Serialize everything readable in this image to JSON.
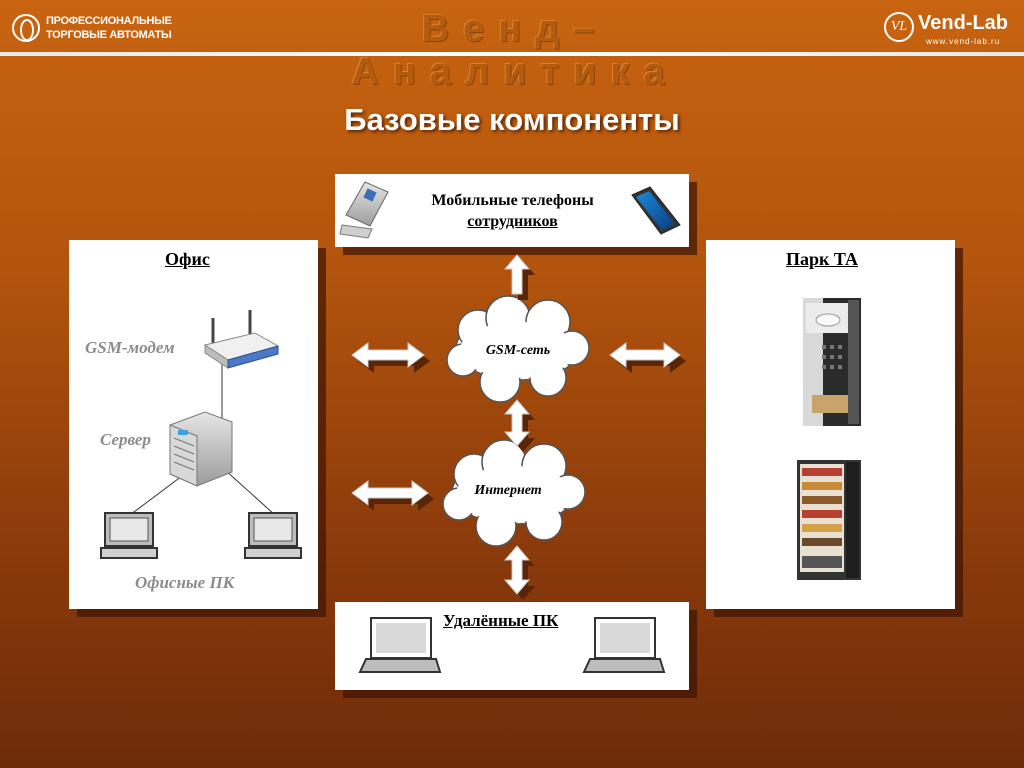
{
  "header": {
    "logo_left_line1": "ПРОФЕССИОНАЛЬНЫЕ",
    "logo_left_line2": "ТОРГОВЫЕ АВТОМАТЫ",
    "brand_title": "Венд–Аналитика",
    "logo_right_mark": "VL",
    "logo_right_name": "Vend-Lab",
    "logo_right_url": "www.vend-lab.ru"
  },
  "title": "Базовые компоненты",
  "office": {
    "title": "Офис",
    "modem_label": "GSM-модем",
    "server_label": "Сервер",
    "pcs_label": "Офисные ПК"
  },
  "mobile": {
    "line1": "Мобильные телефоны",
    "line2": "сотрудников"
  },
  "park": {
    "title": "Парк ТА"
  },
  "remote": {
    "title": "Удалённые ПК"
  },
  "clouds": {
    "gsm": "GSM-сеть",
    "internet": "Интернет"
  },
  "colors": {
    "bg_top": "#c86410",
    "bg_bottom": "#6e2b08",
    "panel": "#ffffff"
  }
}
